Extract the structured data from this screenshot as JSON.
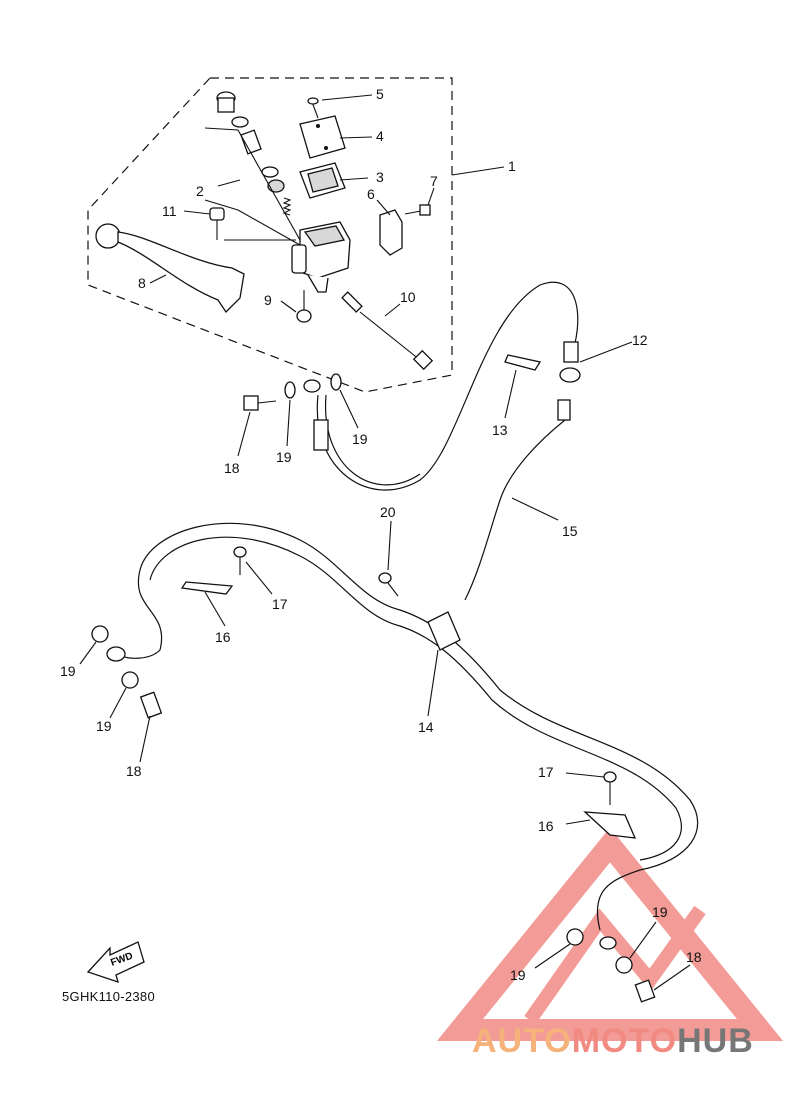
{
  "diagram": {
    "drawing_code": "5GHK110-2380",
    "fwd_label": "FWD",
    "callouts": [
      "1",
      "2",
      "3",
      "4",
      "5",
      "6",
      "7",
      "8",
      "9",
      "10",
      "11",
      "12",
      "13",
      "14",
      "15",
      "16",
      "17",
      "18",
      "19",
      "20"
    ]
  },
  "watermark": {
    "part1": "AUTO",
    "part2": "MOTO",
    "part3": "HUB"
  },
  "colors": {
    "line": "#111111",
    "watermark_red": "#f07a74",
    "watermark_orange": "#f5b27a",
    "watermark_gray": "#777777"
  }
}
